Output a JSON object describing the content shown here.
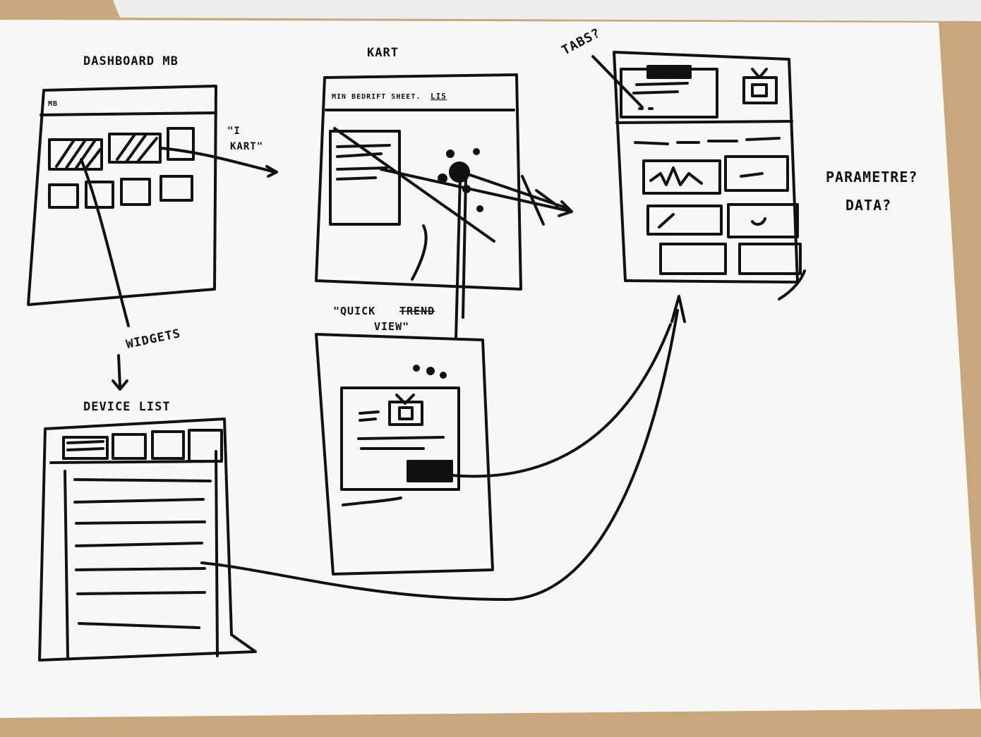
{
  "colors": {
    "desk": "#c8a77c",
    "paper": "#f7f7f5",
    "back_paper": "#eeeeec",
    "ink": "#111111"
  },
  "labels": {
    "dashboard_title": "DASHBOARD MB",
    "kart_title": "KART",
    "tabs_note": "TABS?",
    "i_kart_note_1": "\"I",
    "i_kart_note_2": "KART\"",
    "parametre_note_1": "PARAMETRE?",
    "parametre_note_2": "DATA?",
    "widgets_note": "WIDGETS",
    "device_list_title": "DEVICE LIST",
    "quick_view_1": "\"QUICK",
    "quick_view_struck": "TREND",
    "quick_view_2": "VIEW\""
  },
  "screens": {
    "dashboard_header": "MB",
    "kart_header": "MIN BEDRIFT  SHEET.",
    "kart_header_link": "LIS"
  },
  "icons": [
    "device-icon",
    "map-marker-icon",
    "arrow-icon"
  ]
}
